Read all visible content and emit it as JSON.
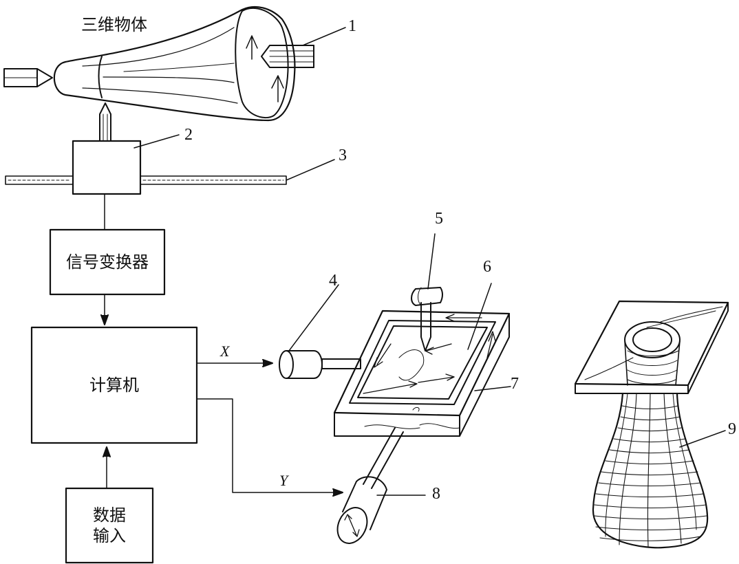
{
  "labels": {
    "object": "三维物体",
    "signal_converter": "信号变换器",
    "computer": "计算机",
    "data_input": "数据\n输入",
    "axis_x": "X",
    "axis_y": "Y"
  },
  "parts": [
    "1",
    "2",
    "3",
    "4",
    "5",
    "6",
    "7",
    "8",
    "9"
  ],
  "colors": {
    "line": "#111111",
    "background": "#ffffff"
  }
}
